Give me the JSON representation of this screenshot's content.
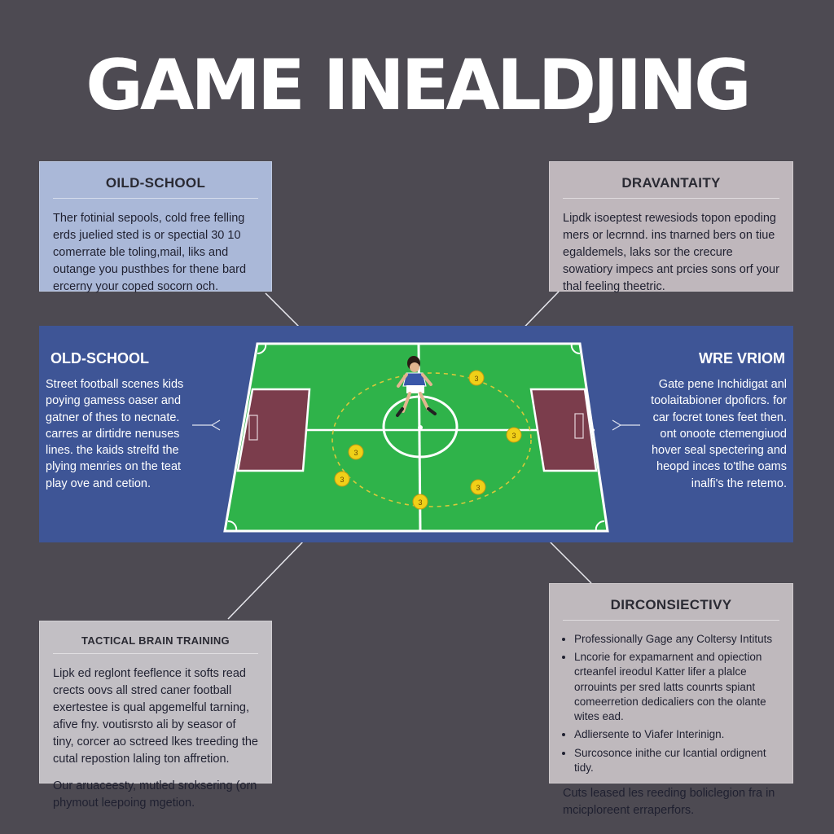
{
  "title": "GAME INEALDJING",
  "cards": {
    "top_left": {
      "heading": "OILD-SCHOOL",
      "text": "Ther fotinial sepools, cold free felling erds juelied sted is or spectial 30 10 comerrate ble toling,mail, liks and outange you pusthbes for thene bard ercerny your coped socorn och."
    },
    "top_right": {
      "heading": "DRAVANTAITY",
      "text": "Lipdk isoeptest rewesiods topon epoding mers or lecrnnd. ins tnarned bers on tiue egaldemels, laks sor the crecure sowatiory impecs ant prcies sons orf your thal feeling theetric."
    },
    "bottom_left": {
      "heading": "TACTICAL BRAIN TRAINING",
      "text": "Lipk ed reglont feeflence it softs read crects oovs all stred caner football exertestee is qual apgemelful tarning, afive fny. voutisrsto ali by seasor of tiny, corcer ao sctreed lkes treeding the cutal repostion laling ton affretion.",
      "text2": "Our aruaceesty, mutled sroksering (orn phymout leepoing mgetion."
    },
    "bottom_right": {
      "heading": "DIRCONSIECTIVY",
      "bullets": [
        "Professionally Gage any Coltersy Intituts",
        "Lncorie for expamarnent and opiection crteanfel ireodul Katter lifer a plalce orrouints per sred latts counrts spiant comeerretion dedicaliers con the olante wites ead.",
        "Adliersente to Viafer Interinign.",
        "Surcosonce inithe cur lcantial ordignent tidy."
      ],
      "text": "Cuts leased les reeding boliclegion fra in mcicploreent erraperfors."
    }
  },
  "band": {
    "left_heading": "OLD-SCHOOL",
    "left_text": "Street football scenes kids poying gamess oaser and gatner of thes to necnate. carres ar dirtidre nenuses lines. the kaids strelfd the plying menries on the teat play ove and cetion.",
    "right_heading": "WRE VRIOM",
    "right_text": "Gate pene Inchidigat anl toolaitabioner dpoficrs. for car focret tones feet then. ont onoote ctemengiuod hover seal spectering and heopd inces to'tlhe oams inalfi's the retemo."
  },
  "pitch": {
    "markers": [
      "3",
      "3",
      "3",
      "3",
      "3",
      "3"
    ]
  },
  "colors": {
    "background": "#4d4a52",
    "band": "#3e5596",
    "pitch_green": "#2fb34a",
    "goal_box": "#7b3d4c",
    "marker": "#f0d018",
    "player_shirt": "#3a57a8"
  }
}
